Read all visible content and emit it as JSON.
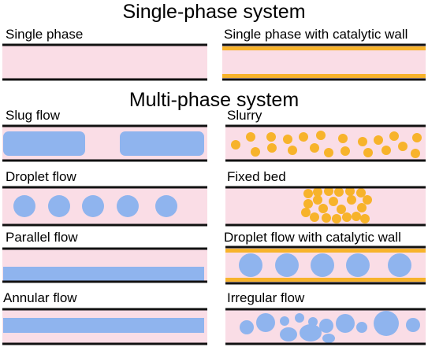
{
  "headings": {
    "single": "Single-phase system",
    "multi": "Multi-phase system"
  },
  "panels": [
    {
      "id": "single-phase",
      "label": "Single phase",
      "type": "plain"
    },
    {
      "id": "single-phase-catalytic-wall",
      "label": "Single phase with catalytic wall",
      "type": "catalytic-wall"
    },
    {
      "id": "slug-flow",
      "label": "Slug flow",
      "type": "slug"
    },
    {
      "id": "slurry",
      "label": "Slurry",
      "type": "slurry"
    },
    {
      "id": "droplet-flow",
      "label": "Droplet flow",
      "type": "droplets"
    },
    {
      "id": "fixed-bed",
      "label": "Fixed bed",
      "type": "fixed-bed"
    },
    {
      "id": "parallel-flow",
      "label": "Parallel flow",
      "type": "parallel"
    },
    {
      "id": "droplet-flow-catalytic-wall",
      "label": "Droplet flow with catalytic wall",
      "type": "droplets-catalytic-wall"
    },
    {
      "id": "annular-flow",
      "label": "Annular flow",
      "type": "annular"
    },
    {
      "id": "irregular-flow",
      "label": "Irregular flow",
      "type": "irregular"
    }
  ],
  "colors": {
    "channel_fill": "#fadde6",
    "wall": "#111111",
    "second_phase": "#8fb4ee",
    "catalyst": "#f7b32b"
  }
}
